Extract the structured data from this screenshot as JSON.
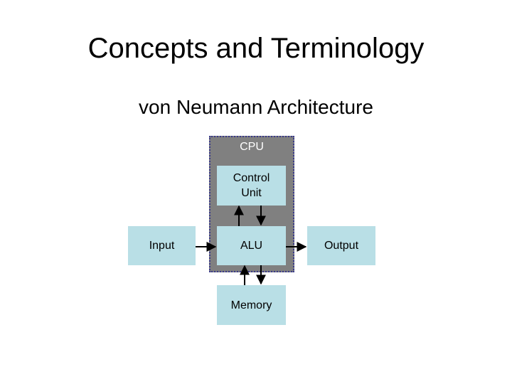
{
  "title": "Concepts and Terminology",
  "subtitle": "von Neumann Architecture",
  "diagram": {
    "cpu_label": "CPU",
    "control_unit": "Control Unit",
    "alu": "ALU",
    "input": "Input",
    "output": "Output",
    "memory": "Memory"
  },
  "colors": {
    "box_fill": "#b9dfe6",
    "cpu_fill": "#808080",
    "cpu_border": "#3a3a8c",
    "arrow": "#000000"
  }
}
